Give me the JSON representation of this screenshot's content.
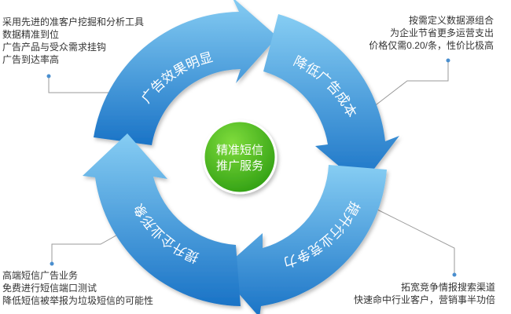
{
  "notes": {
    "top_left": [
      "采用先进的准客户挖掘和分析工具",
      "数据精准到位",
      "广告产品与受众需求挂钩",
      "广告到达率高"
    ],
    "top_right": [
      "按需定义数据源组合",
      "为企业节省更多运营支出",
      "价格仅需0.20/条，性价比极高"
    ],
    "bottom_left": [
      "高端短信广告业务",
      "免费进行短信端口测试",
      "降低短信被举报为垃圾短信的可能性"
    ],
    "bottom_right": [
      "拓宽竞争情报搜索渠道",
      "快速命中行业客户，营销事半功倍"
    ]
  },
  "cycle": {
    "segments": {
      "top_left": "广告效果明显",
      "top_right": "降低广告成本",
      "bottom_right": "提升行业竞争力",
      "bottom_left": "提升企业形象"
    },
    "center": [
      "精准短信",
      "推广服务"
    ]
  },
  "colors": {
    "arrow_light": "#86cdf3",
    "arrow_dark": "#1a73c6",
    "center_light": "#7fdc3c",
    "center_dark": "#2a9a10",
    "leader_line": "#9a9a9a",
    "leader_dot": "#4a8fcf",
    "text": "#333333"
  }
}
